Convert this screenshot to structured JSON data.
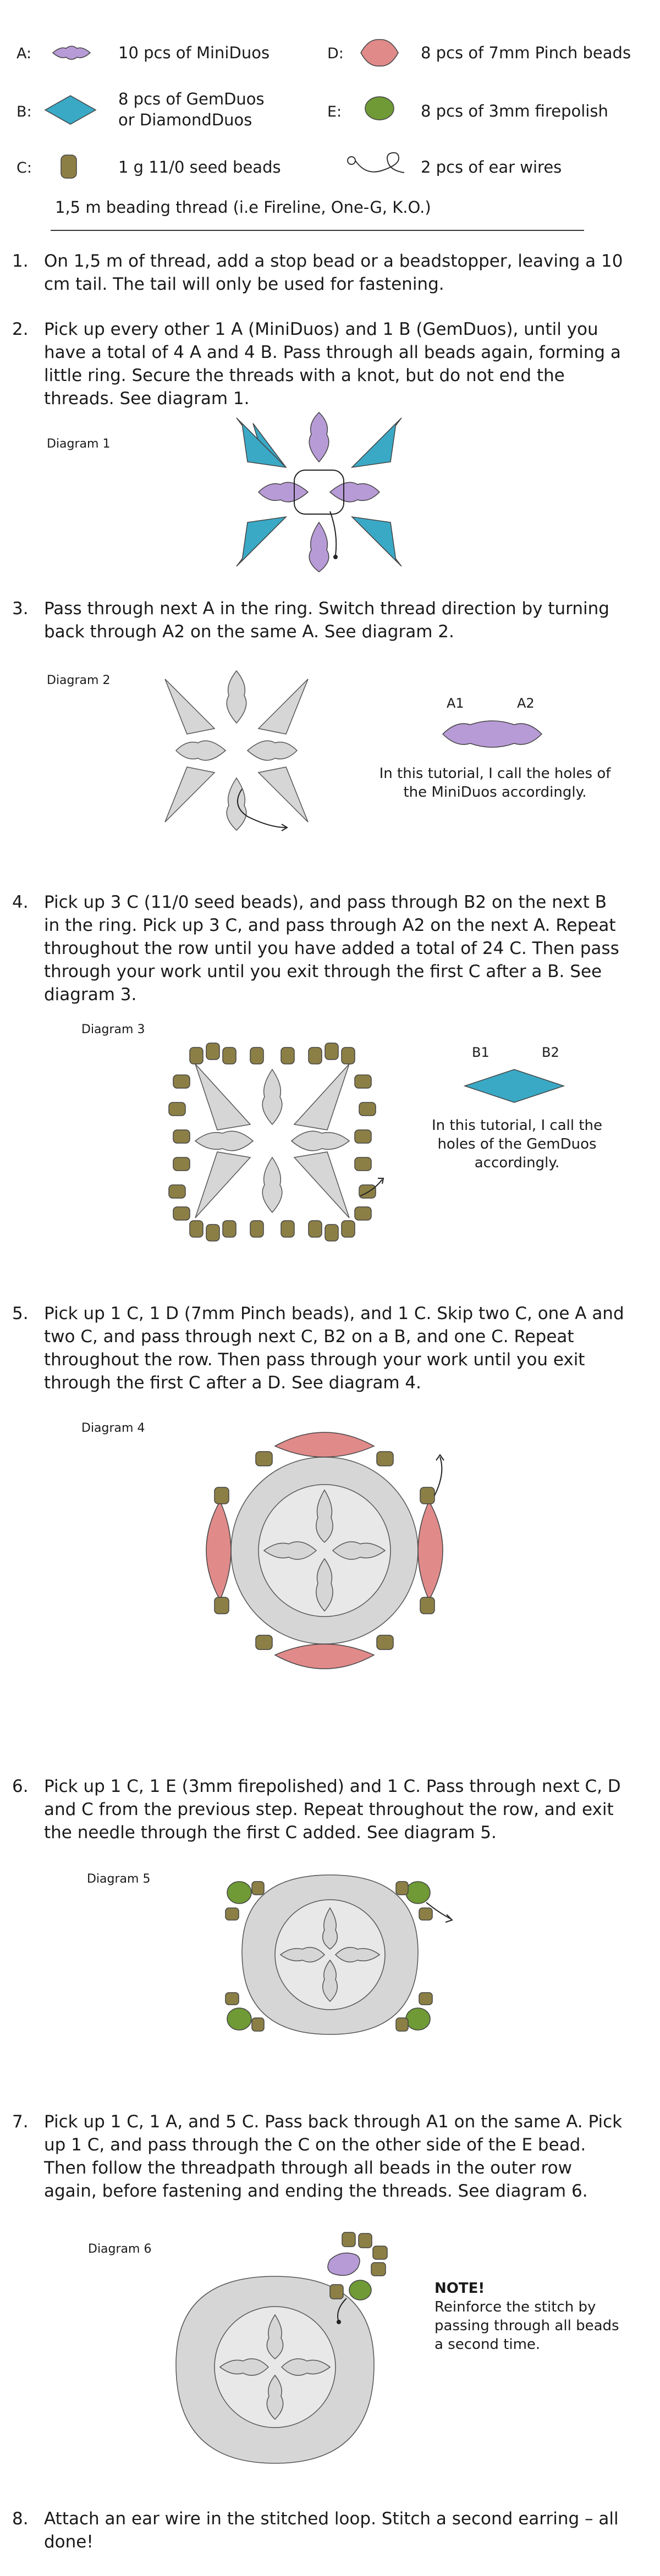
{
  "materials": [
    {
      "letter": "A:",
      "text": "10 pcs of MiniDuos",
      "icon": "miniduo-icon"
    },
    {
      "letter": "D:",
      "text": "8 pcs of 7mm Pinch beads",
      "icon": "pinch-bead-icon"
    },
    {
      "letter": "B:",
      "text_line1": "8 pcs of GemDuos",
      "text_line2": "or DiamondDuos",
      "icon": "gemduo-icon"
    },
    {
      "letter": "E:",
      "text": "8 pcs of 3mm firepolish",
      "icon": "firepolish-icon"
    },
    {
      "letter": "C:",
      "text": "1 g 11/0 seed beads",
      "icon": "seed-bead-icon"
    },
    {
      "letter": "",
      "text": "2 pcs of ear wires",
      "icon": "ear-wire-icon"
    }
  ],
  "thread": "1,5 m beading thread (i.e Fireline, One-G, K.O.)",
  "steps": [
    {
      "num": "1.",
      "text": "On 1,5 m of thread, add a stop bead or a beadstopper, leaving a 10 cm tail. The tail will only be used for fastening."
    },
    {
      "num": "2.",
      "text": "Pick up every other 1 A (MiniDuos) and 1 B (GemDuos), until you have a total of 4 A and 4 B. Pass through all beads again, forming a little ring. Secure the threads with a knot, but do not end the threads. See diagram 1."
    },
    {
      "num": "3.",
      "text": "Pass through next A in the ring. Switch thread direction by turning back through A2 on the same A. See diagram 2."
    },
    {
      "num": "4.",
      "text": "Pick up 3 C (11/0 seed beads), and pass through B2 on the next B in the ring. Pick up 3 C, and pass through A2 on the next A. Repeat throughout the row until you have added a total of 24 C. Then pass through your work until you exit through the first C after a B. See diagram 3."
    },
    {
      "num": "5.",
      "text": "Pick up 1 C, 1 D (7mm Pinch beads), and 1 C. Skip two C, one A and two C, and pass through next C, B2 on a B, and one C. Repeat throughout the row. Then pass through your work until you exit through the first C after a D. See diagram 4."
    },
    {
      "num": "6.",
      "text": "Pick up 1 C, 1 E (3mm firepolished) and 1 C. Pass through next C, D and C from the previous step. Repeat throughout the row, and exit the needle through the first C added. See diagram 5."
    },
    {
      "num": "7.",
      "text": "Pick up 1 C, 1 A, and 5 C. Pass back through A1 on the same A. Pick up 1 C, and pass through the C on the other side of the E bead. Then follow the threadpath through all beads in the outer row again, before fastening and ending the threads. See diagram 6."
    },
    {
      "num": "8.",
      "text": "Attach an ear wire in the stitched loop. Stitch a second earring – all done!"
    }
  ],
  "diagram_labels": [
    "Diagram 1",
    "Diagram 2",
    "Diagram 3",
    "Diagram 4",
    "Diagram 5",
    "Diagram 6"
  ],
  "miniduo_note": {
    "a1": "A1",
    "a2": "A2",
    "line1": "In this tutorial, I call the holes of",
    "line2": "the MiniDuos accordingly."
  },
  "gemduo_note": {
    "b1": "B1",
    "b2": "B2",
    "line1": "In this tutorial, I call the",
    "line2": "holes of the GemDuos",
    "line3": "accordingly."
  },
  "reinforce_note": {
    "title": "NOTE!",
    "line1": "Reinforce the stitch by",
    "line2": "passing through all beads",
    "line3": "a second time."
  },
  "colors": {
    "miniduo": "#b79bd6",
    "gemduo": "#3aa9c6",
    "seed": "#8c7f45",
    "pinch": "#e08a8a",
    "firepolish": "#6f9a35",
    "grey": "#d6d6d6",
    "outline": "#444444"
  }
}
